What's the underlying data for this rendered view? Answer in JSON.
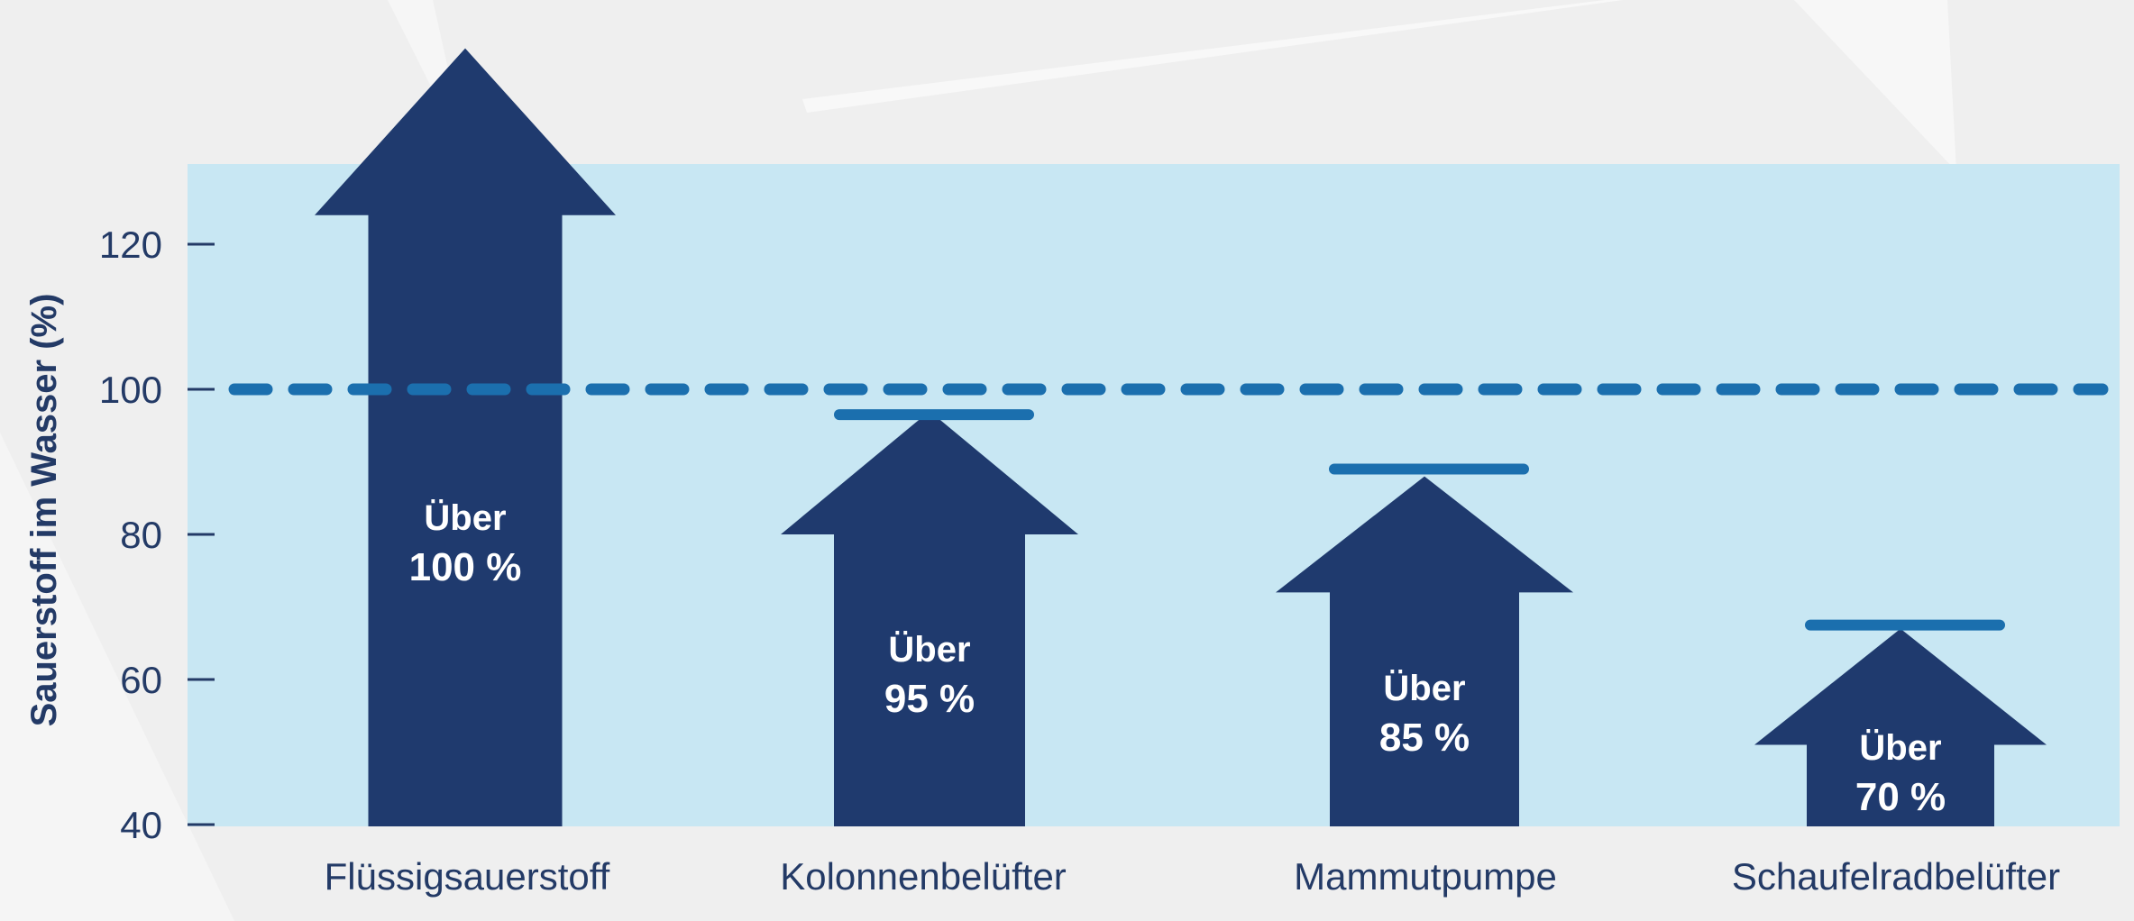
{
  "chart_data": {
    "type": "bar",
    "title": "",
    "xlabel": "",
    "ylabel": "Sauerstoff im Wasser (%)",
    "ylim": [
      40,
      130
    ],
    "yticks": [
      40,
      60,
      80,
      100,
      120
    ],
    "grid": false,
    "reference_line": {
      "value": 100,
      "style": "dashed"
    },
    "categories": [
      "Flüssigsauerstoff",
      "Kolonnenbelüfter",
      "Mammutpumpe",
      "Schaufelradbelüfter"
    ],
    "values": [
      100,
      95,
      85,
      70
    ],
    "arrow_tips": [
      147,
      97,
      88,
      67
    ],
    "arrow_head_bases": [
      124,
      80,
      72,
      51
    ],
    "cap_levels": [
      null,
      96.5,
      89,
      67.5
    ],
    "labels": [
      {
        "line1": "Über",
        "line2": "100 %"
      },
      {
        "line1": "Über",
        "line2": "95 %"
      },
      {
        "line1": "Über",
        "line2": "85 %"
      },
      {
        "line1": "Über",
        "line2": "70 %"
      }
    ],
    "colors": {
      "arrow": "#1f3a6e",
      "panel": "#c8e7f3",
      "dash": "#1b6fae",
      "text": "#233a66"
    }
  }
}
